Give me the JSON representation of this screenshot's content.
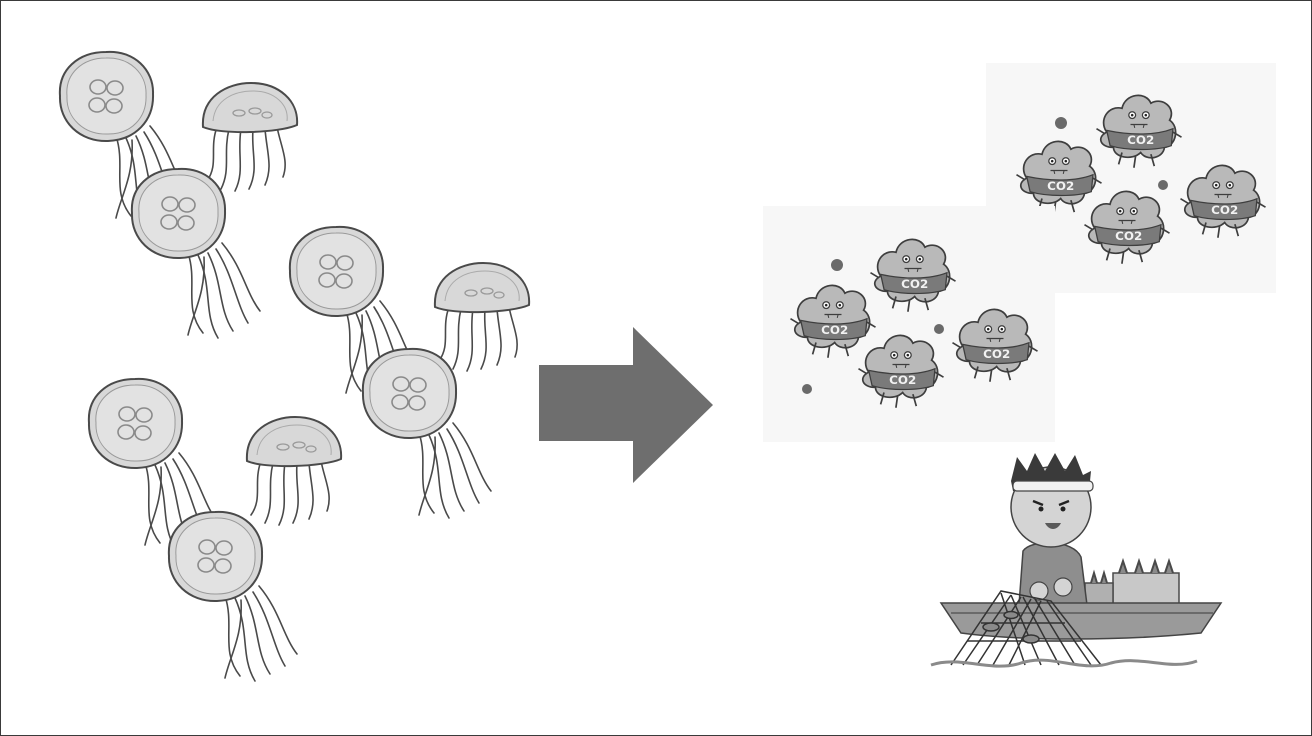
{
  "scene": {
    "left_group": "jellyfish swarm",
    "right_group": [
      "CO2 clouds",
      "fisherman in boat"
    ]
  },
  "co2_label": "CO2",
  "colors": {
    "arrow": "#6e6e6e",
    "jelly_fill": "#d8d8d8",
    "jelly_stroke": "#4a4a4a",
    "cloud_fill": "#b9b9b9",
    "cloud_band": "#7a7a7a",
    "boat": "#9a9a9a"
  },
  "icons": [
    "jellyfish-icon",
    "right-arrow-icon",
    "co2-cloud-icon",
    "fisherman-icon",
    "boat-icon",
    "fishing-net-icon"
  ]
}
